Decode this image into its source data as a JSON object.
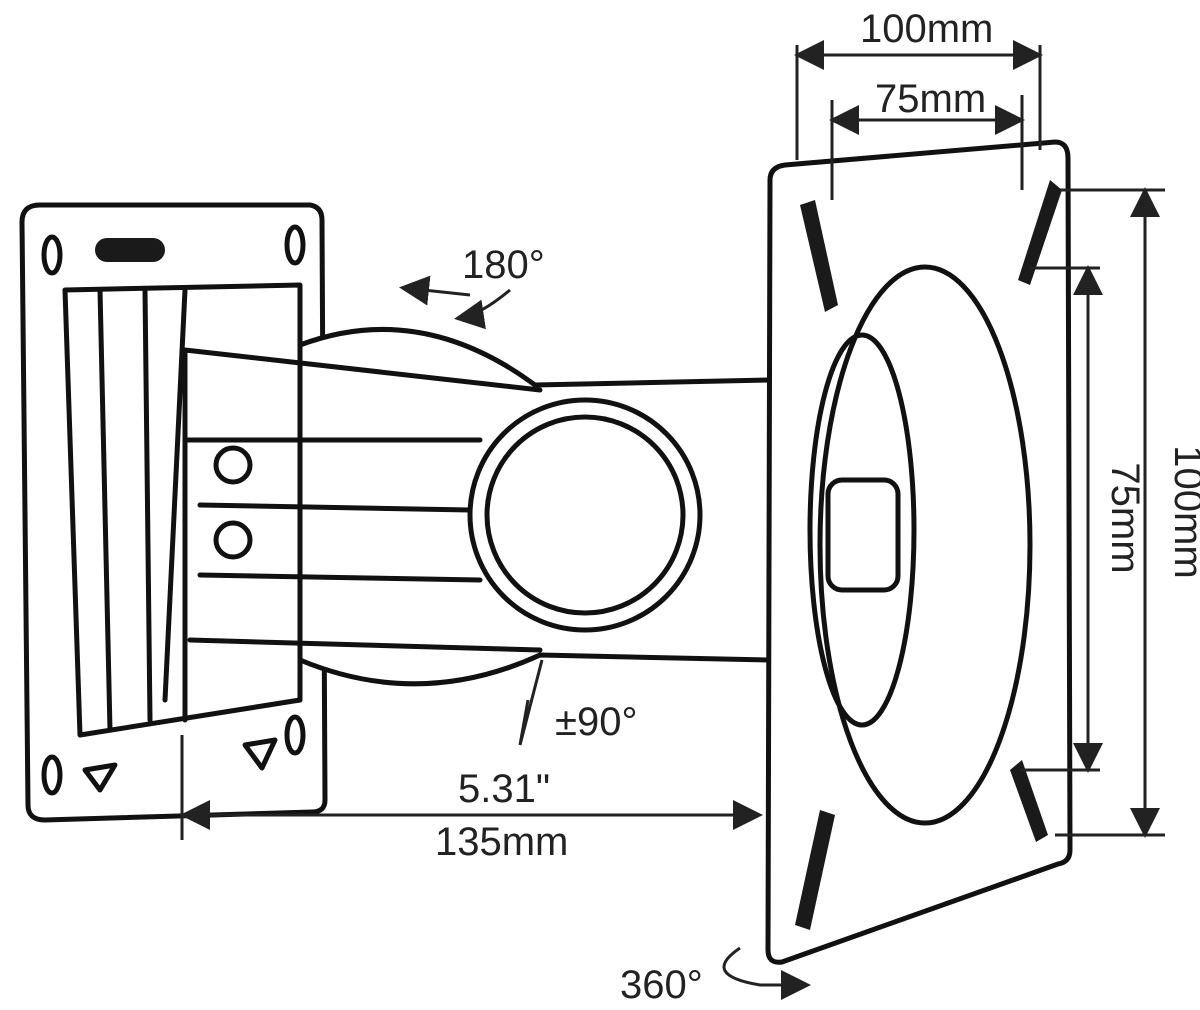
{
  "diagram": {
    "title": "Monitor wall mount bracket dimensions",
    "labels": {
      "top_outer": "100mm",
      "top_inner": "75mm",
      "side_outer": "100mm",
      "side_inner": "75mm",
      "tilt": "180°",
      "swivel": "±90°",
      "extension_in": "5.31\"",
      "extension_mm": "135mm",
      "rotation": "360°"
    },
    "colors": {
      "line": "#111111",
      "background": "#ffffff"
    }
  }
}
